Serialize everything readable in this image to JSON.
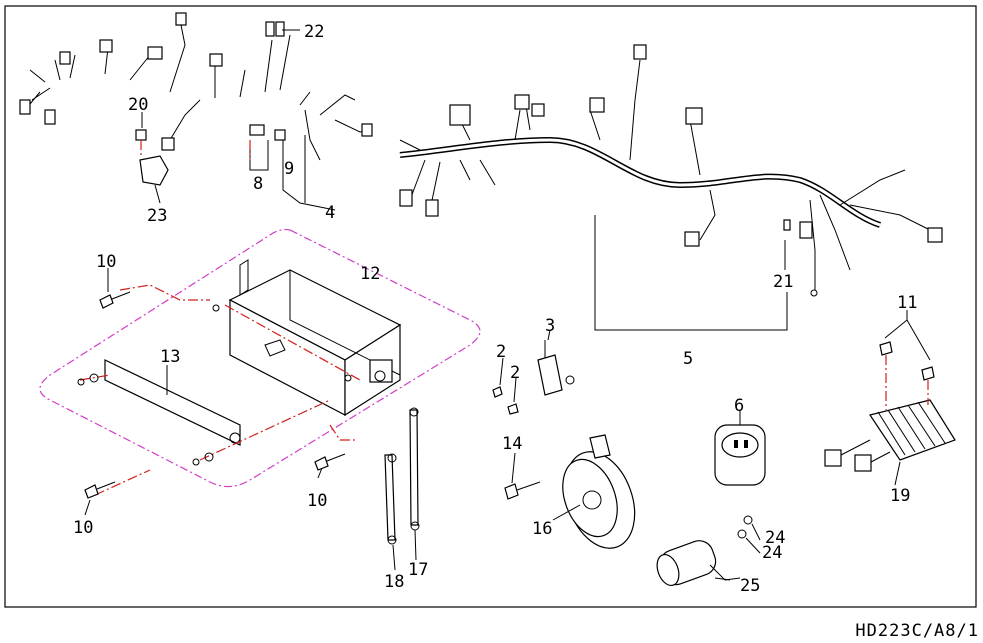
{
  "drawing_code": "HD223C/A8/1",
  "callouts": {
    "c2a": "2",
    "c2b": "2",
    "c3": "3",
    "c4": "4",
    "c5": "5",
    "c6": "6",
    "c8": "8",
    "c9": "9",
    "c10a": "10",
    "c10b": "10",
    "c10c": "10",
    "c11": "11",
    "c12": "12",
    "c13": "13",
    "c14": "14",
    "c16": "16",
    "c17": "17",
    "c18": "18",
    "c19": "19",
    "c20": "20",
    "c21": "21",
    "c22": "22",
    "c23": "23",
    "c24a": "24",
    "c24b": "24",
    "c25": "25"
  },
  "colors": {
    "line": "#000000",
    "center_line": "#d0201a",
    "group_outline": "#d23cc8",
    "background": "#ffffff"
  }
}
